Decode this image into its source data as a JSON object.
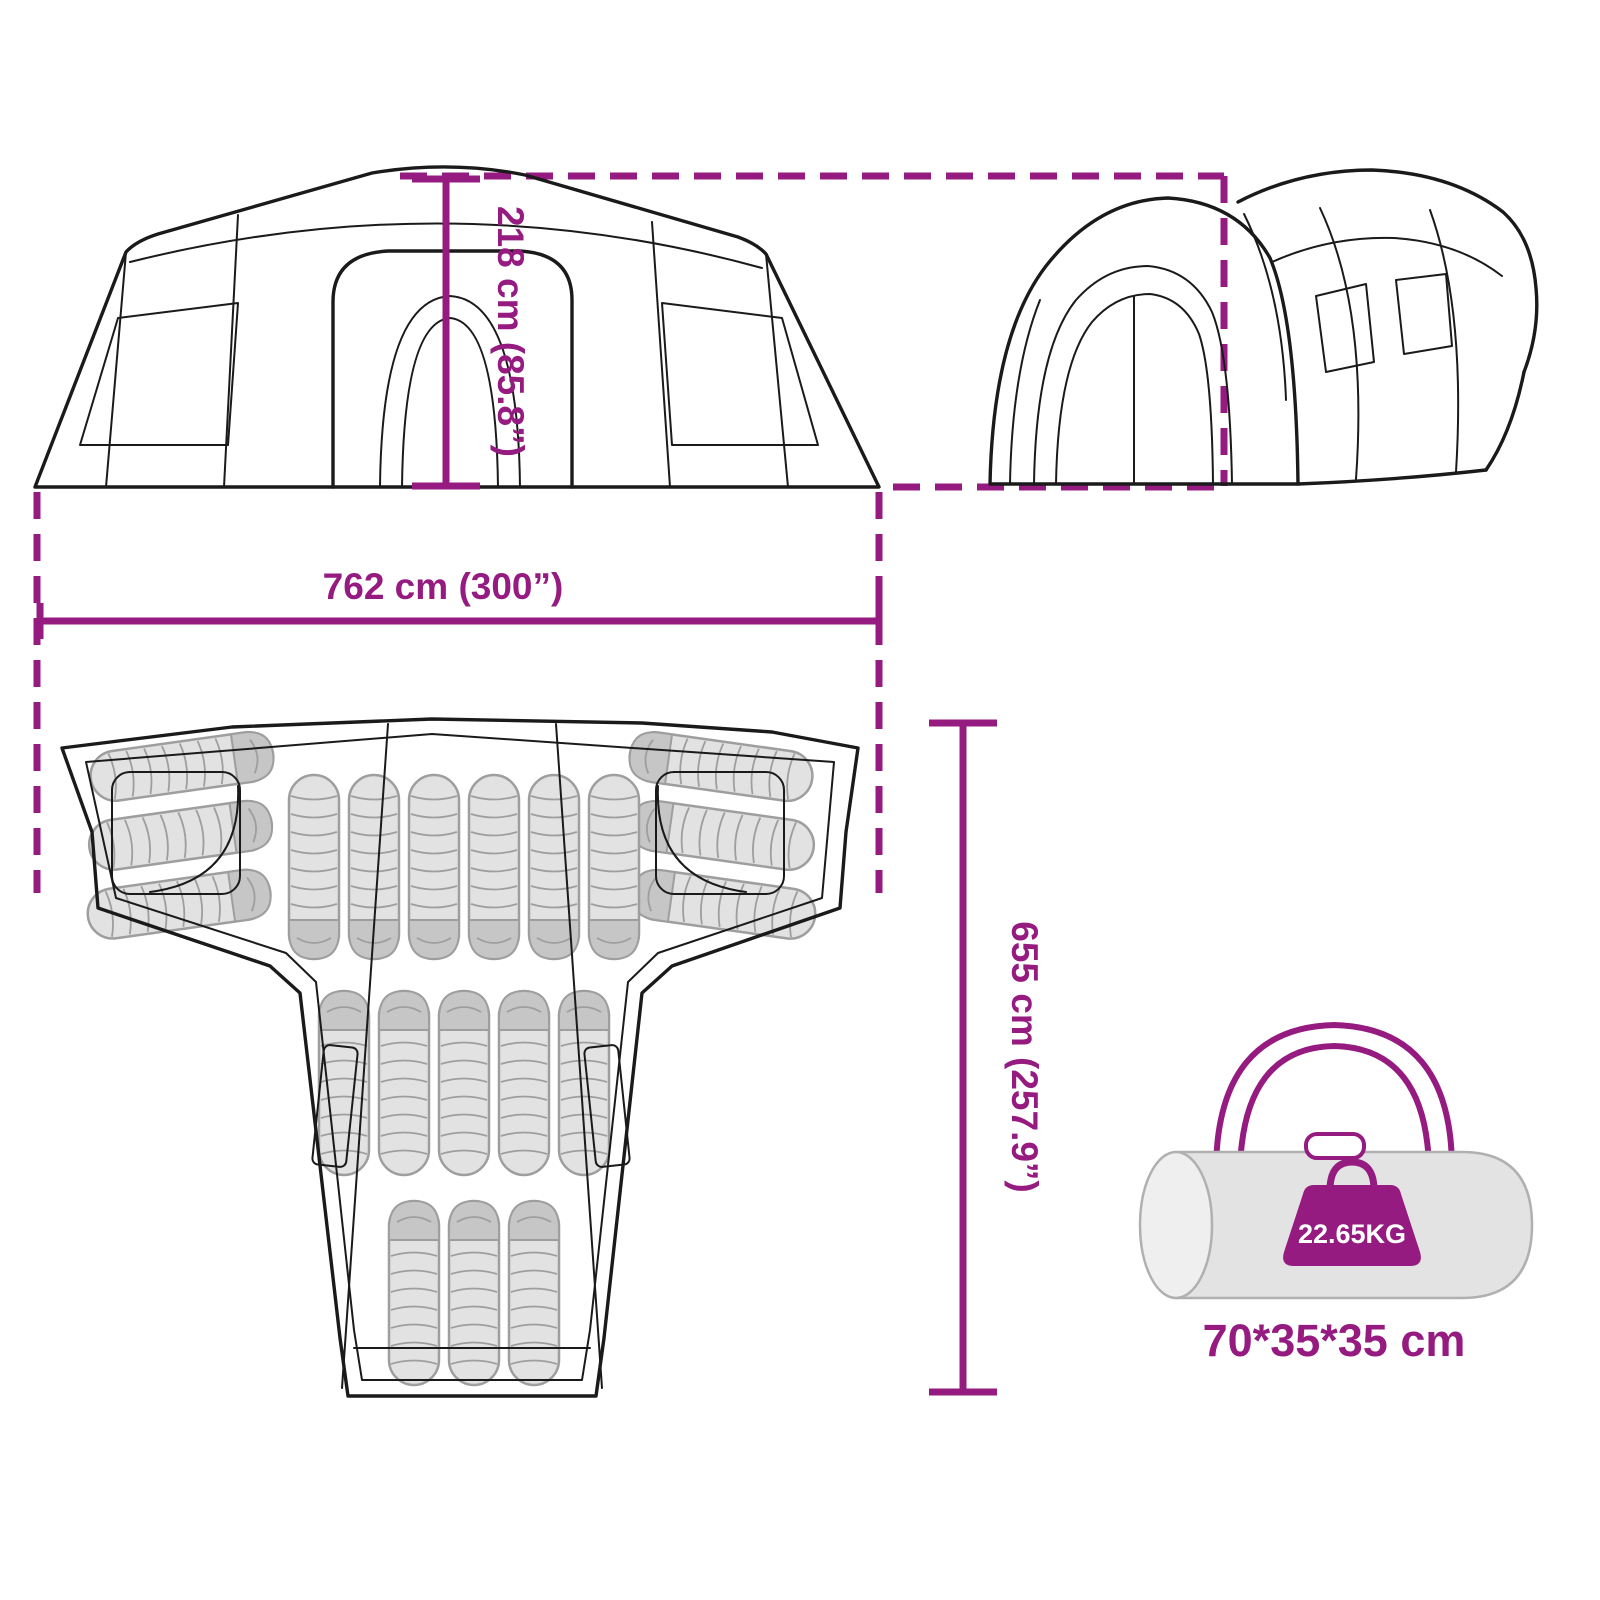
{
  "colors": {
    "accent": "#951B81",
    "ink": "#1A1A1A",
    "bag-fill": "#E2E2E2",
    "bag-hood": "#C6C6C6",
    "bag-stroke": "#9E9E9E",
    "carry-fill": "#E3E3E3",
    "carry-end": "#EFEFEF",
    "carry-stroke": "#B0B0B0"
  },
  "dimensions": {
    "height": "218 cm (85.8”)",
    "width": "762 cm (300”)",
    "depth": "655 cm (257.9”)"
  },
  "bag": {
    "weight": "22.65KG",
    "size": "70*35*35 cm"
  },
  "floor_plan": {
    "sleeping_bags": {
      "left_wing": 3,
      "right_wing": 3,
      "top_row": 6,
      "middle_row": 5,
      "bottom_row": 3
    }
  }
}
